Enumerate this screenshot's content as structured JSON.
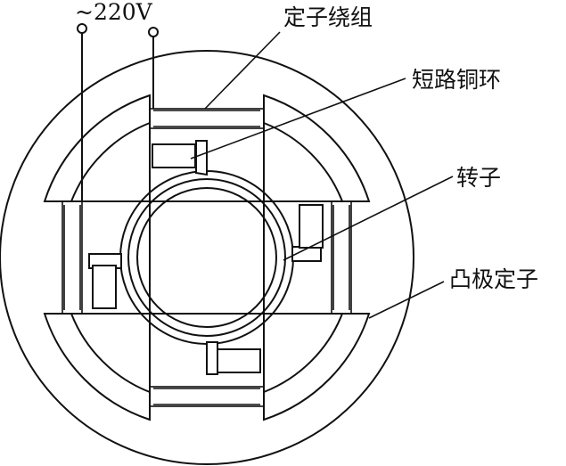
{
  "labels": {
    "supply": "~220V",
    "stator_winding": "定子绕组",
    "shorting_ring": "短路铜环",
    "rotor": "转子",
    "salient_stator": "凸极定子"
  }
}
